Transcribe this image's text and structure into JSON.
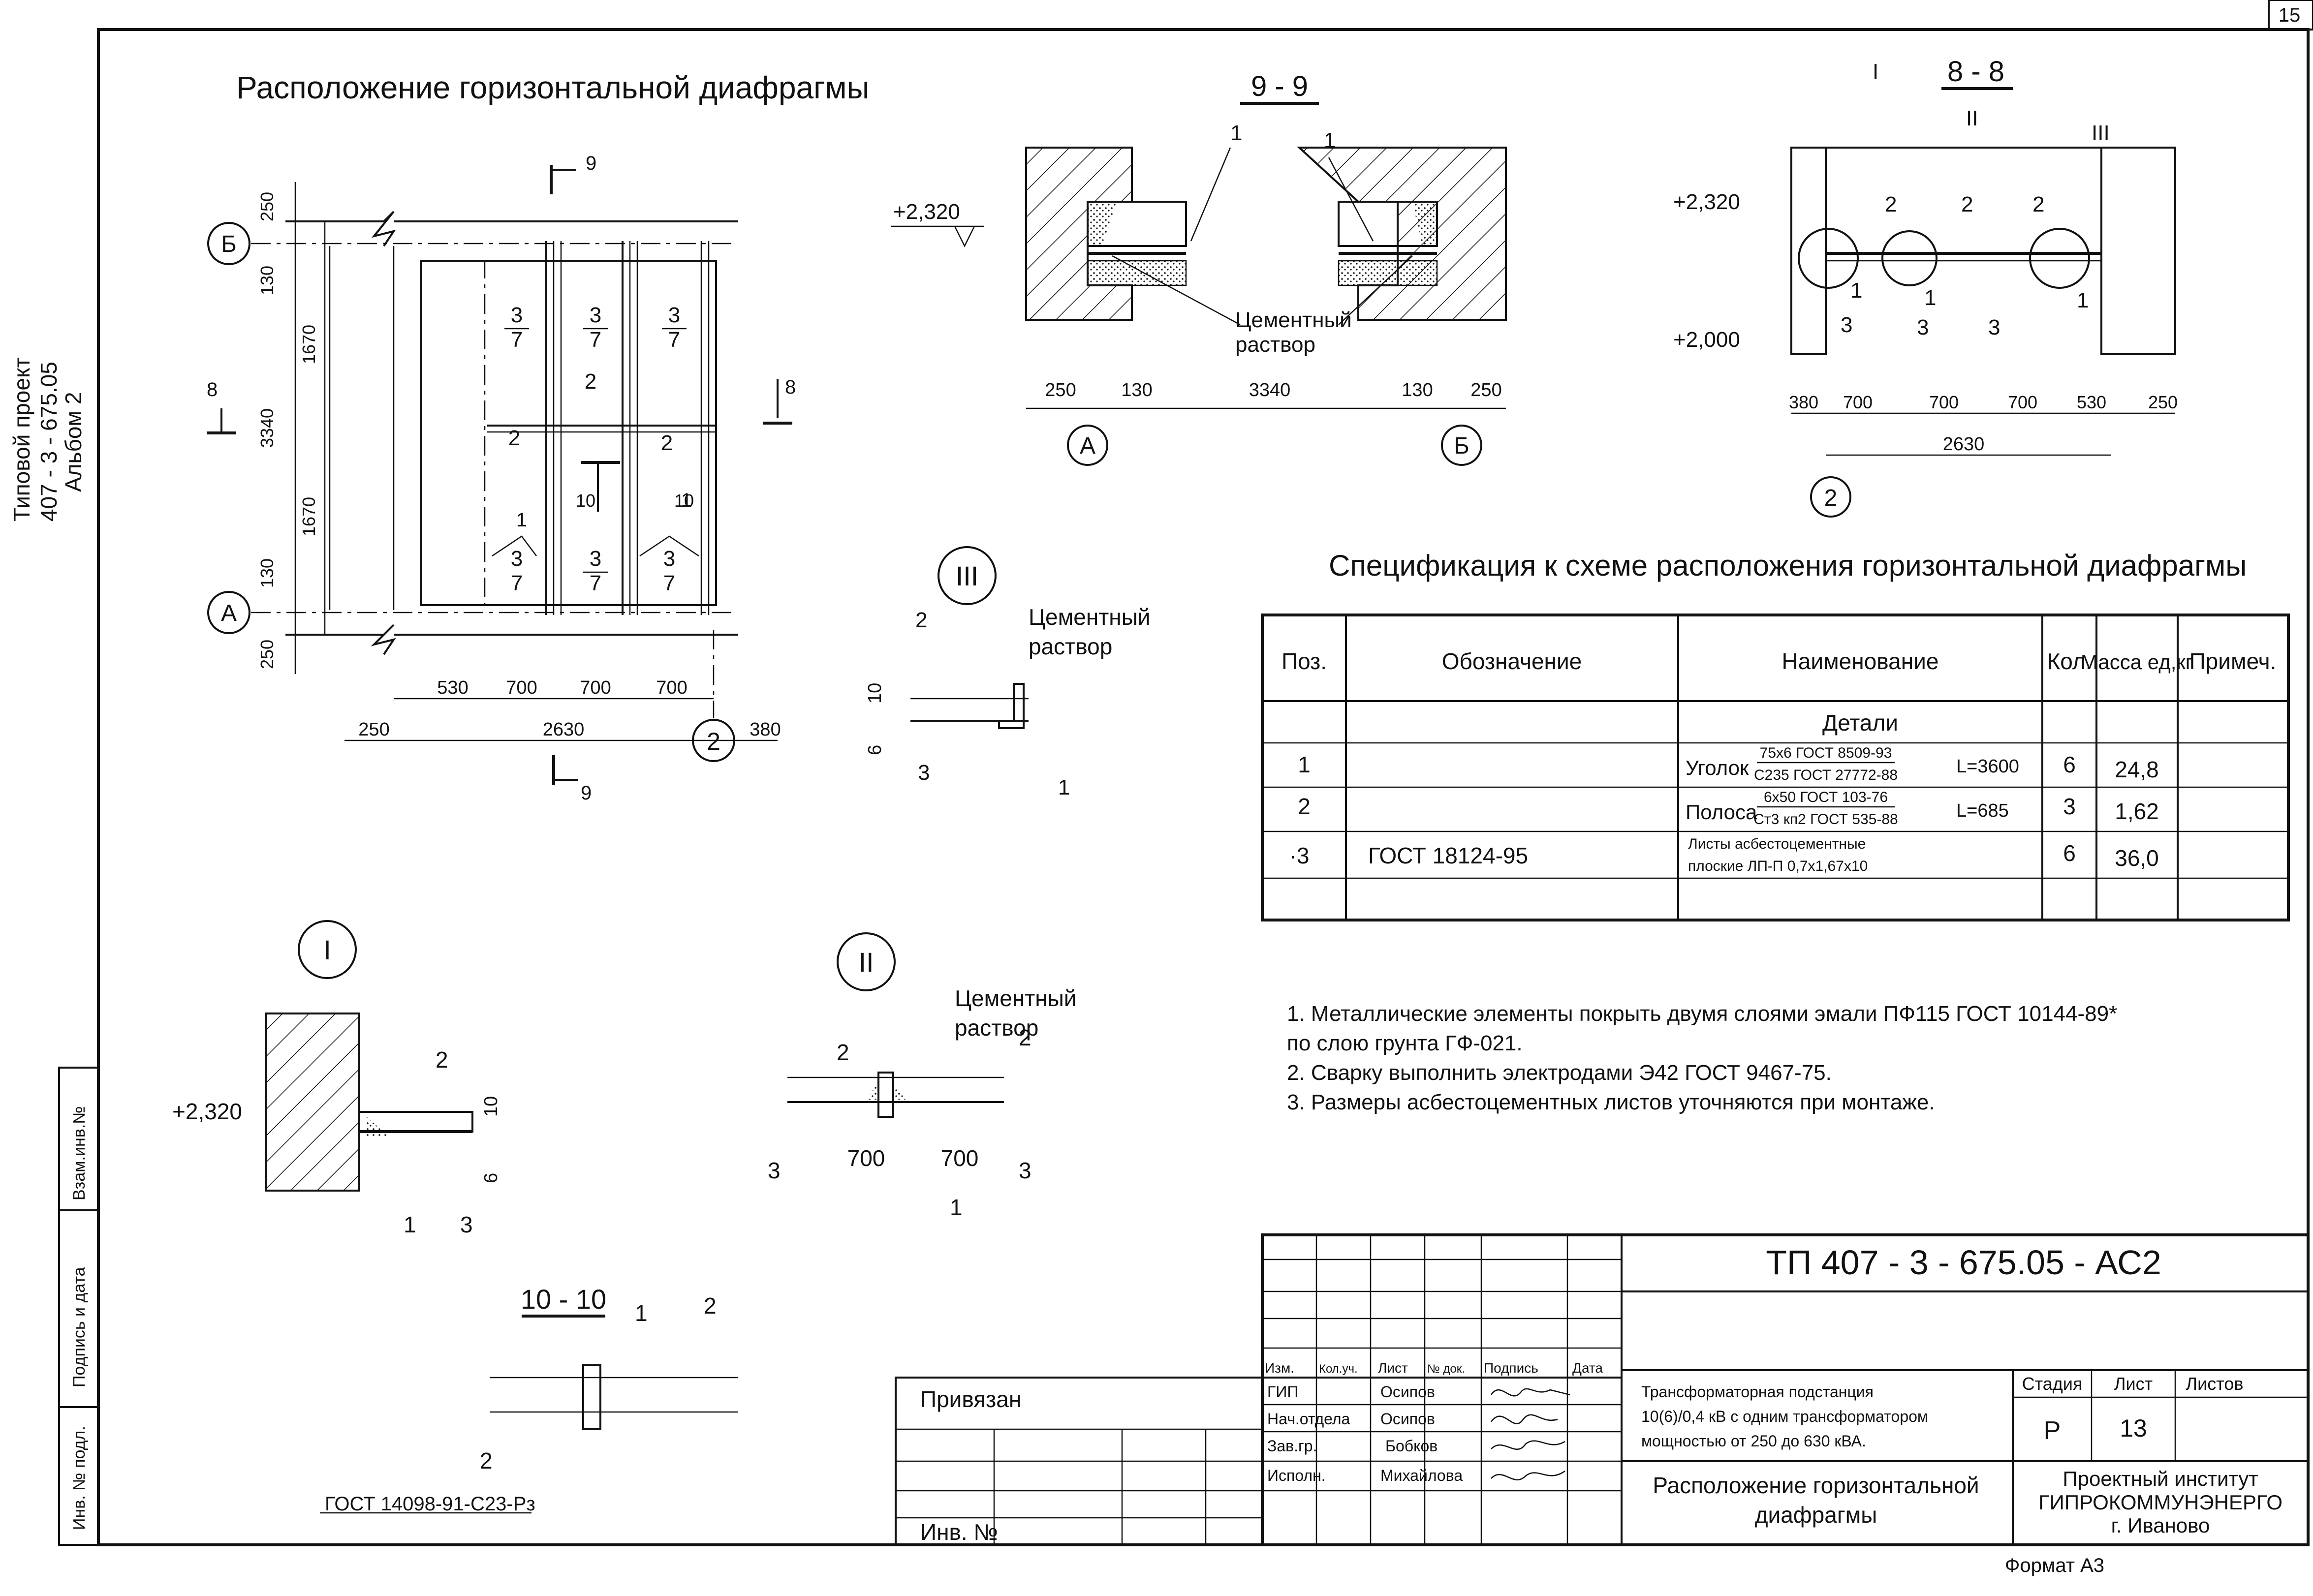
{
  "sheet_number": "15",
  "format": "Формат А3",
  "left_margin": {
    "project_lines": [
      "Типовой проект",
      "407 - 3 - 675.05",
      "Альбом 2"
    ],
    "stamp_cells": [
      "Взам.инв.№",
      "Подпись и дата",
      "Инв. № подл."
    ]
  },
  "plan": {
    "title": "Расположение горизонтальной диафрагмы",
    "axis_a": "А",
    "axis_b": "Б",
    "axis_2": "2",
    "cut_labels": {
      "c9_top": "9",
      "c9_bottom": "9",
      "c8_left": "8",
      "c8_right": "8",
      "c10": "10",
      "c10b": "10"
    },
    "vertical_dims": [
      "250",
      "130",
      "1670",
      "3340",
      "1670",
      "130",
      "250"
    ],
    "horizontal_dims": [
      "530",
      "700",
      "700",
      "700"
    ],
    "horizontal_dims_bottom": [
      "250",
      "2630",
      "380"
    ],
    "marks_3_7": [
      "3",
      "7"
    ],
    "mark_1": "1",
    "mark_2": "2"
  },
  "section_9": {
    "title": "9 - 9",
    "level": "+2,320",
    "note_1": "1",
    "cement_label": [
      "Цементный",
      "раствор"
    ],
    "dims": [
      "250",
      "130",
      "3340",
      "130",
      "250"
    ],
    "axis_a": "А",
    "axis_b": "Б"
  },
  "section_8": {
    "title": "8 - 8",
    "level_top": "+2,320",
    "level_bottom": "+2,000",
    "callouts": [
      "I",
      "II",
      "III"
    ],
    "marks": [
      "1",
      "2",
      "3"
    ],
    "dims": [
      "380",
      "700",
      "700",
      "700",
      "530",
      "250"
    ],
    "total": "2630",
    "axis_2": "2"
  },
  "detail_3": {
    "title": "III",
    "marks": [
      "1",
      "2",
      "3"
    ],
    "dims": [
      "10",
      "6"
    ],
    "cement_label": [
      "Цементный",
      "раствор"
    ]
  },
  "detail_1": {
    "title": "I",
    "level": "+2,320",
    "marks": [
      "1",
      "2",
      "3"
    ],
    "dims": [
      "10",
      "6"
    ]
  },
  "detail_2": {
    "title": "II",
    "marks": [
      "1",
      "2",
      "3"
    ],
    "dims": [
      "700",
      "700"
    ],
    "cement_label": [
      "Цементный",
      "раствор"
    ]
  },
  "section_10": {
    "title": "10 - 10",
    "marks": [
      "1",
      "2"
    ],
    "weld": "ГОСТ 14098-91-С23-Рз"
  },
  "spec": {
    "title": "Спецификация к схеме расположения горизонтальной диафрагмы",
    "headers": [
      "Поз.",
      "Обозначение",
      "Наименование",
      "Кол.",
      "Масса ед,кг",
      "Примеч."
    ],
    "group": "Детали",
    "rows": [
      {
        "pos": "1",
        "designation": "",
        "name": "Уголок",
        "frac_top": "75х6 ГОСТ 8509-93",
        "frac_bottom": "С235 ГОСТ 27772-88",
        "length": "L=3600",
        "qty": "6",
        "mass": "24,8"
      },
      {
        "pos": "2",
        "designation": "",
        "name": "Полоса",
        "frac_top": "6х50 ГОСТ 103-76",
        "frac_bottom": "Ст3 кп2 ГОСТ 535-88",
        "length": "L=685",
        "qty": "3",
        "mass": "1,62"
      },
      {
        "pos": "·3",
        "designation": "ГОСТ 18124-95",
        "name_line1": "Листы асбестоцементные",
        "name_line2": "плоские ЛП-П 0,7х1,67х10",
        "qty": "6",
        "mass": "36,0"
      }
    ]
  },
  "notes": [
    "1. Металлические элементы покрыть двумя слоями эмали ПФ115 ГОСТ 10144-89*",
    "по слою грунта ГФ-021.",
    "2. Сварку выполнить электродами Э42 ГОСТ 9467-75.",
    "3. Размеры асбестоцементных листов уточняются при монтаже."
  ],
  "title_block": {
    "doc_code": "ТП   407 - 3 - 675.05 - АС2",
    "col_headers": [
      "Изм.",
      "Кол.уч.",
      "Лист",
      "№ док.",
      "Подпись",
      "Дата"
    ],
    "roles": [
      "ГИП",
      "Нач.отдела",
      "Зав.гр.",
      "Исполн."
    ],
    "names": [
      "Осипов",
      "Осипов",
      "Бобков",
      "Михайлова"
    ],
    "bound": "Привязан",
    "inv": "Инв. №",
    "object": [
      "Трансформаторная подстанция",
      "10(6)/0,4 кВ с одним трансформатором",
      "мощностью от 250 до 630 кВА."
    ],
    "sheet_title": [
      "Расположение горизонтальной",
      "диафрагмы"
    ],
    "stage_header": "Стадия",
    "sheet_header": "Лист",
    "sheets_header": "Листов",
    "stage": "Р",
    "sheet": "13",
    "org": [
      "Проектный институт",
      "ГИПРОКОММУНЭНЕРГО",
      "г. Иваново"
    ]
  }
}
